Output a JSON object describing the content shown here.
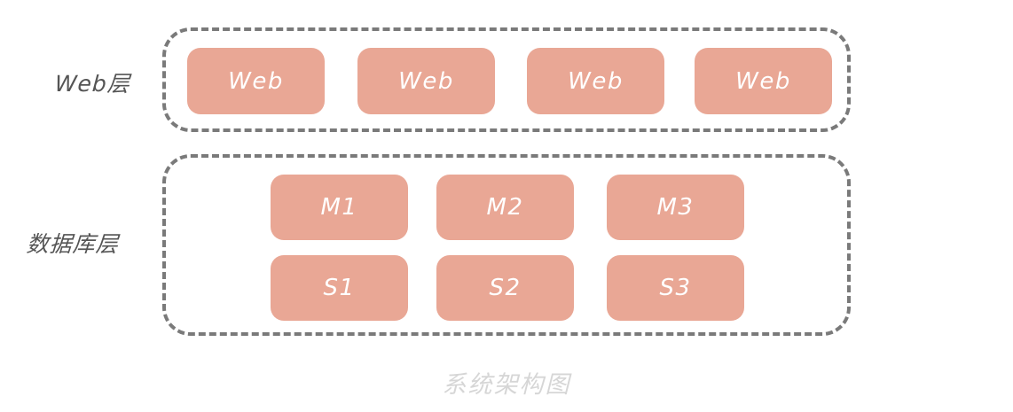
{
  "diagram": {
    "caption": "系统架构图",
    "background_color": "#ffffff",
    "node_fill_color": "#E9A795",
    "node_text_color": "#ffffff",
    "group_border_color": "#7a7a7a",
    "label_text_color": "#555555",
    "caption_text_color": "#d6d6d6",
    "layers": [
      {
        "id": "web-layer",
        "label": "Web层",
        "nodes": [
          {
            "label": "Web"
          },
          {
            "label": "Web"
          },
          {
            "label": "Web"
          },
          {
            "label": "Web"
          }
        ]
      },
      {
        "id": "database-layer",
        "label": "数据库层",
        "rows": [
          {
            "id": "master-row",
            "nodes": [
              {
                "label": "M1"
              },
              {
                "label": "M2"
              },
              {
                "label": "M3"
              }
            ]
          },
          {
            "id": "slave-row",
            "nodes": [
              {
                "label": "S1"
              },
              {
                "label": "S2"
              },
              {
                "label": "S3"
              }
            ]
          }
        ]
      }
    ]
  }
}
